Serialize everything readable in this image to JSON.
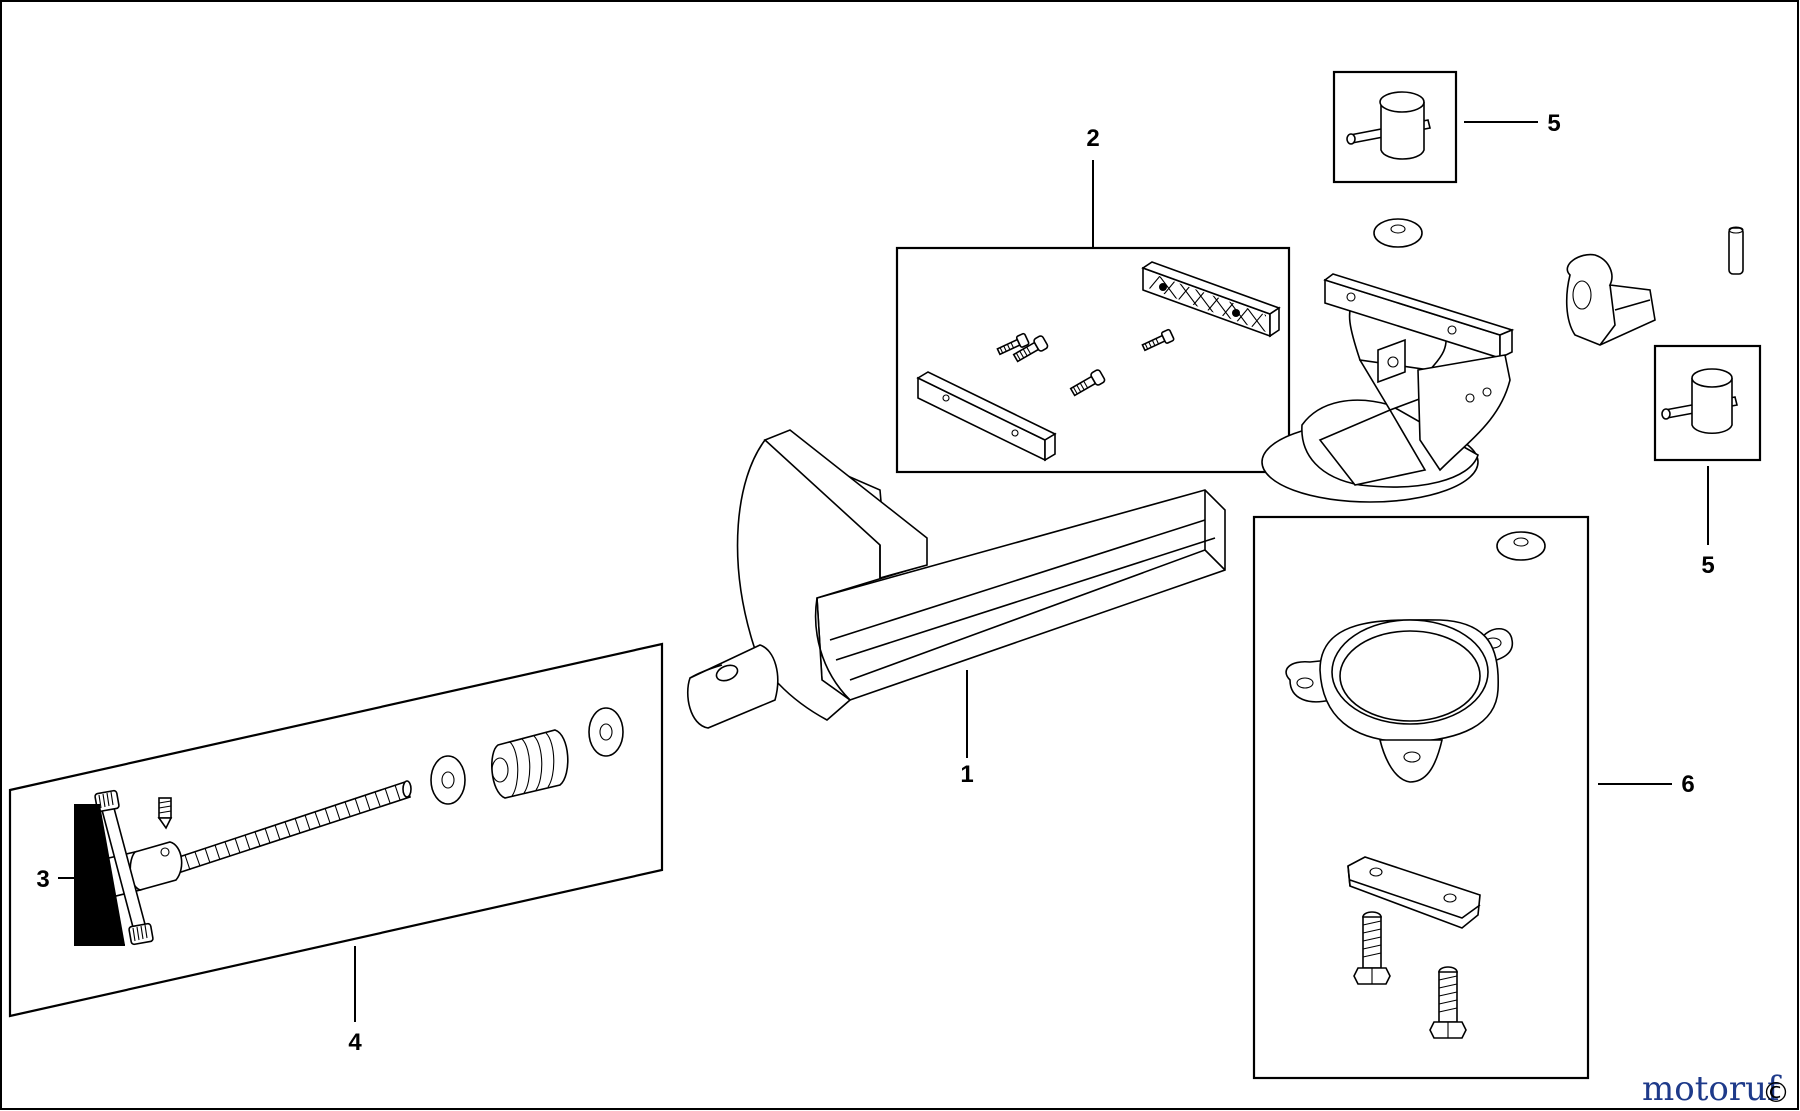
{
  "parts": [
    {
      "id": "part-1",
      "label": "1"
    },
    {
      "id": "part-2",
      "label": "2"
    },
    {
      "id": "part-3",
      "label": "3"
    },
    {
      "id": "part-4",
      "label": "4"
    },
    {
      "id": "part-5a",
      "label": "5"
    },
    {
      "id": "part-5b",
      "label": "5"
    },
    {
      "id": "part-6",
      "label": "6"
    }
  ],
  "watermark": {
    "text": "motoruf",
    "color_primary": "#1e3a8a",
    "color_accent": "#c2410c",
    "symbol": "©"
  },
  "colors": {
    "line": "#000000",
    "background": "#ffffff"
  }
}
